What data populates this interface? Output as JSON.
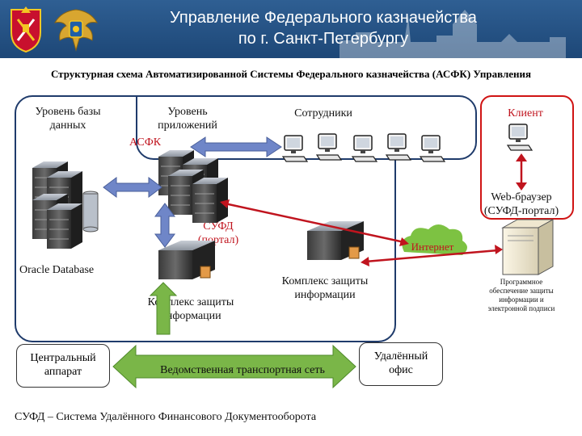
{
  "header": {
    "title_line1": "Управление Федерального казначейства",
    "title_line2": "по г. Санкт-Петербургу"
  },
  "subtitle": "Структурная схема Автоматизированной Системы Федерального казначейства (АСФК) Управления",
  "labels": {
    "db_level_1": "Уровень базы",
    "db_level_2": "данных",
    "app_level_1": "Уровень",
    "app_level_2": "приложений",
    "asfk": "АСФК",
    "employees": "Сотрудники",
    "client": "Клиент",
    "web_browser_1": "Web-браузер",
    "web_browser_2": "(СУФД-портал)",
    "sufd_1": "СУФД",
    "sufd_2": "(портал)",
    "internet": "Интернет",
    "oracle": "Oracle Database",
    "security_left_1": "Комплекс защиты",
    "security_left_2": "информации",
    "security_center_1": "Комплекс защиты",
    "security_center_2": "информации",
    "software_1": "Программное",
    "software_2": "обеспечение защиты",
    "software_3": "информации и",
    "software_4": "электронной подписи",
    "central_1": "Центральный",
    "central_2": "аппарат",
    "transport_net": "Ведомственная транспортная сеть",
    "remote_1": "Удалённый",
    "remote_2": "офис",
    "footer": "СУФД – Система Удалённого Финансового Документооборота"
  },
  "colors": {
    "header_bg": "#1d4777",
    "panel_border": "#1f3b6b",
    "client_border": "#d01414",
    "arrow_red": "#c0141e",
    "arrow_blue": "#6f86c8",
    "arrow_green": "#7ab648",
    "internet_cloud": "#7dc242"
  },
  "icons": [
    "emblem-icon",
    "coat-of-arms-icon",
    "server-rack-icon",
    "computer-icon",
    "desktop-server-icon"
  ]
}
